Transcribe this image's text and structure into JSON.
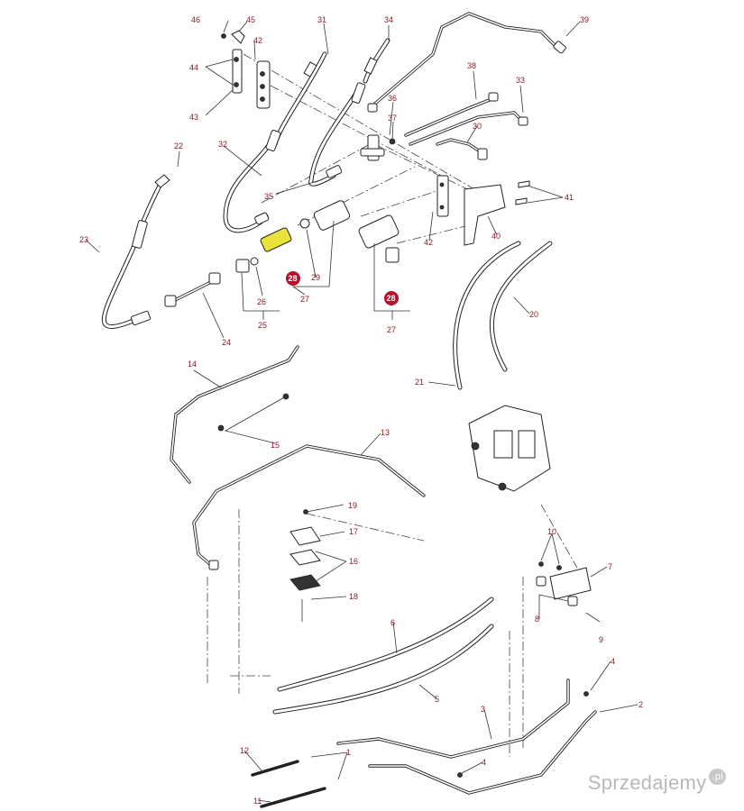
{
  "diagram": {
    "title": "Hydraulic lines exploded parts diagram",
    "colors": {
      "callout_text": "#8a1d2a",
      "highlight_badge": "#b3122b",
      "highlight_part": "#e8e23a",
      "line": "#222222"
    },
    "callouts": {
      "c1": "1",
      "c2": "2",
      "c3": "3",
      "c4a": "4",
      "c4b": "4",
      "c5": "5",
      "c6": "6",
      "c7": "7",
      "c8": "8",
      "c9": "9",
      "c10": "10",
      "c11": "11",
      "c12": "12",
      "c13": "13",
      "c14": "14",
      "c15": "15",
      "c16": "16",
      "c17": "17",
      "c18": "18",
      "c19": "19",
      "c20": "20",
      "c21": "21",
      "c22": "22",
      "c23": "23",
      "c24": "24",
      "c25": "25",
      "c26": "26",
      "c27a": "27",
      "c27b": "27",
      "c29": "29",
      "c30": "30",
      "c31": "31",
      "c32": "32",
      "c33": "33",
      "c34": "34",
      "c35": "35",
      "c36": "36",
      "c37": "37",
      "c38": "38",
      "c39": "39",
      "c40": "40",
      "c41": "41",
      "c42a": "42",
      "c42b": "42",
      "c43": "43",
      "c44": "44",
      "c45": "45",
      "c46": "46"
    },
    "highlighted": {
      "badge_a": "28",
      "badge_b": "28"
    }
  },
  "watermark": {
    "text": "Sprzedajemy",
    "suffix": ".pl"
  }
}
